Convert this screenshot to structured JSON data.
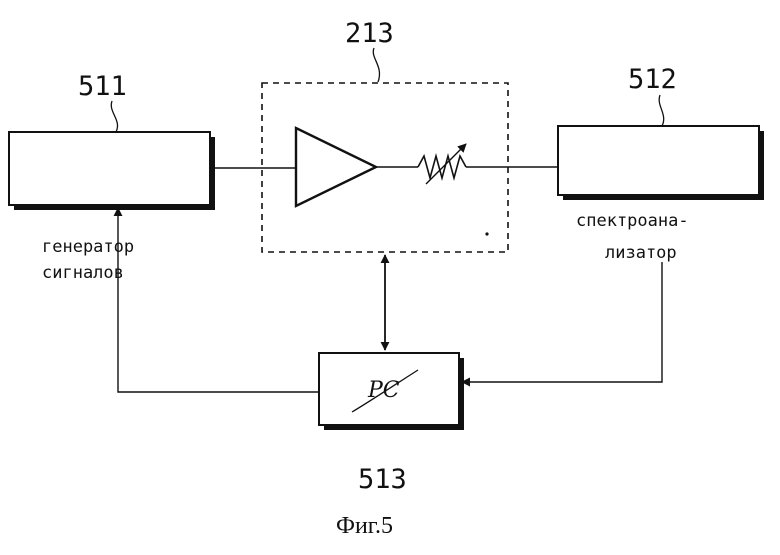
{
  "diagram": {
    "refs": {
      "amplifier_group": "213",
      "signal_generator": "511",
      "spectrum_analyzer": "512",
      "pc": "513"
    },
    "labels": {
      "signal_generator_line1": "генератор",
      "signal_generator_line2": "сигналов",
      "spectrum_analyzer_line1": "спектроана-",
      "spectrum_analyzer_line2": "лизатор",
      "pc": "PC"
    },
    "caption": "Фиг.5",
    "icons": [
      "amplifier-triangle-icon",
      "variable-resistor-icon",
      "arrowhead-icon"
    ],
    "colors": {
      "ink": "#111111",
      "paper": "#ffffff"
    }
  }
}
